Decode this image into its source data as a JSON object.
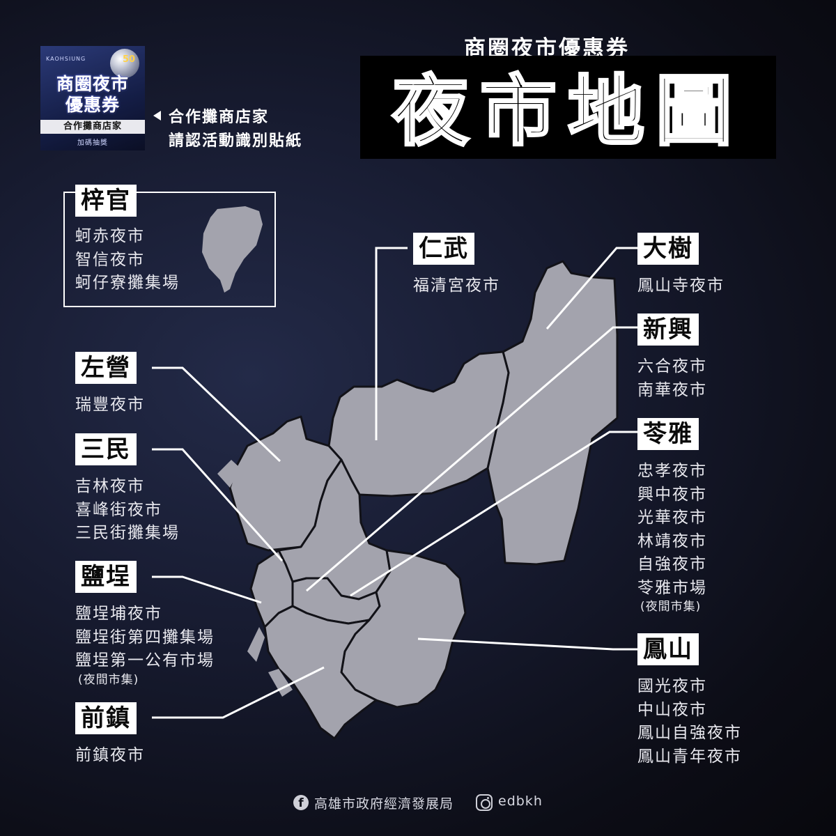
{
  "header": {
    "subtitle": "商圈夜市優惠券",
    "title": "夜市地圖"
  },
  "sticker": {
    "top_text": "KAOHSIUNG",
    "badge": "50",
    "title_line1": "商圈夜市",
    "title_line2": "優惠券",
    "bar_text": "合作攤商店家",
    "bottom_text": "加碼抽獎",
    "note_line1": "合作攤商店家",
    "note_line2": "請認活動識別貼紙"
  },
  "districts": [
    {
      "id": "zihguan",
      "name": "梓官",
      "markets": [
        "蚵赤夜市",
        "智信夜市",
        "蚵仔寮攤集場"
      ]
    },
    {
      "id": "renwu",
      "name": "仁武",
      "markets": [
        "福清宮夜市"
      ]
    },
    {
      "id": "dashu",
      "name": "大樹",
      "markets": [
        "鳳山寺夜市"
      ]
    },
    {
      "id": "zuoying",
      "name": "左營",
      "markets": [
        "瑞豐夜市"
      ]
    },
    {
      "id": "sinsing",
      "name": "新興",
      "markets": [
        "六合夜市",
        "南華夜市"
      ]
    },
    {
      "id": "sanmin",
      "name": "三民",
      "markets": [
        "吉林夜市",
        "喜峰街夜市",
        "三民街攤集場"
      ]
    },
    {
      "id": "lingya",
      "name": "苓雅",
      "markets": [
        "忠孝夜市",
        "興中夜市",
        "光華夜市",
        "林靖夜市",
        "自強夜市",
        "苓雅市場"
      ],
      "note": "(夜間市集)"
    },
    {
      "id": "yancheng",
      "name": "鹽埕",
      "markets": [
        "鹽埕埔夜市",
        "鹽埕街第四攤集場",
        "鹽埕第一公有市場"
      ],
      "note": "(夜間市集)"
    },
    {
      "id": "fongshan",
      "name": "鳳山",
      "markets": [
        "國光夜市",
        "中山夜市",
        "鳳山自強夜市",
        "鳳山青年夜市"
      ]
    },
    {
      "id": "cianjhen",
      "name": "前鎮",
      "markets": [
        "前鎮夜市"
      ]
    }
  ],
  "footer": {
    "facebook": "高雄市政府經濟發展局",
    "instagram": "edbkh"
  },
  "colors": {
    "map_fill": "#a3a3ad",
    "map_border": "#121218",
    "background": "#0c0d16",
    "label_bg": "#ffffff",
    "text": "#e8e8ee"
  }
}
